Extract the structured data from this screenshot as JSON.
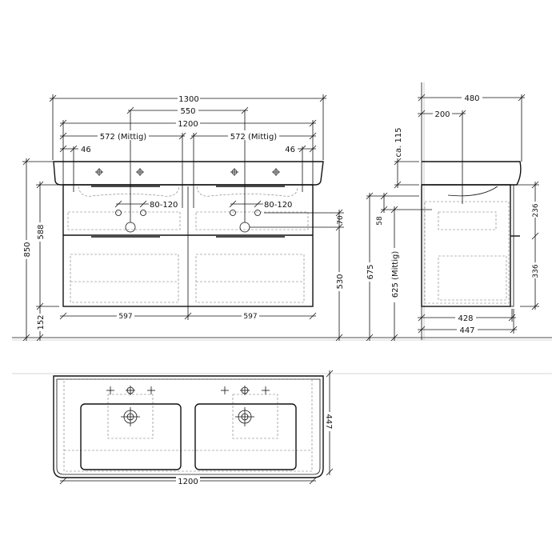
{
  "front": {
    "w_total": "1300",
    "w_taps": "550",
    "w_cabinet": "1200",
    "c_left": "572 (Mittig)",
    "c_right": "572 (Mittig)",
    "e_left": "46",
    "e_right": "46",
    "h_total": "850",
    "h_cabinet": "588",
    "h_floor": "152",
    "drain_l": "80-120",
    "drain_r": "80-120",
    "h_drain_offset": "70",
    "h_drain": "530",
    "w_half_l": "597",
    "w_half_r": "597"
  },
  "side": {
    "depth_total": "480",
    "depth_tap": "200",
    "h_basin": "ca. 115",
    "h_top": "675",
    "h_gap": "58",
    "h_center": "625 (Mittig)",
    "h_drawer_top": "236",
    "h_drawer_bottom": "336",
    "depth_body": "428",
    "depth_front": "447"
  },
  "top": {
    "width": "1200",
    "depth": "447"
  }
}
